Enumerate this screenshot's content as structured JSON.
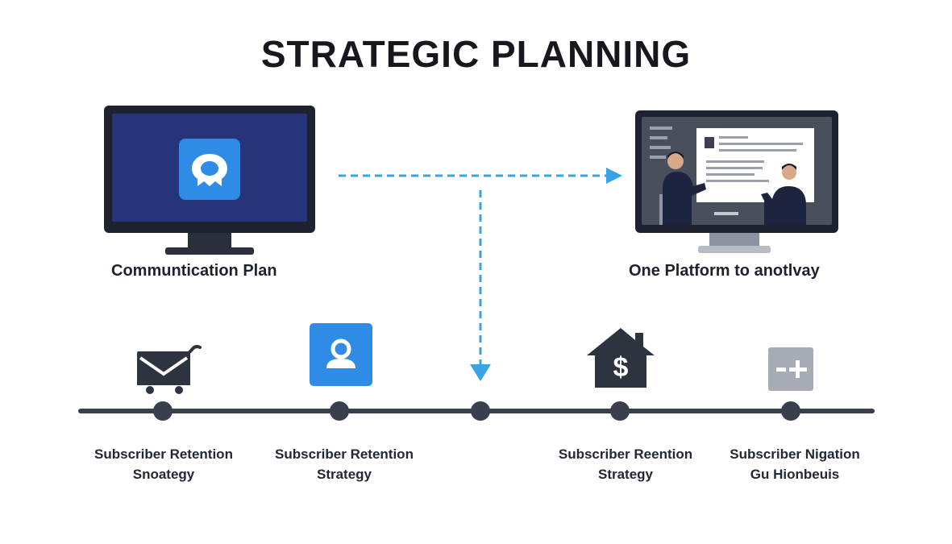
{
  "title": "STRATEGIC PLANNING",
  "left_monitor": {
    "caption": "Communtication Plan",
    "screen_icon": "chat-bubble-icon"
  },
  "right_monitor": {
    "caption": "One Platform to anotlvay",
    "screen_icon": "presentation-meeting-illustration"
  },
  "connectors": {
    "horizontal": "dashed-arrow-right",
    "vertical": "dashed-arrow-down"
  },
  "timeline": {
    "steps": [
      {
        "icon": "mail-cart-icon",
        "line1": "Subscriber Retention",
        "line2": "Snoategy"
      },
      {
        "icon": "user-badge-icon",
        "line1": "Subscriber Retention",
        "line2": "Strategy"
      },
      {
        "icon": "",
        "line1": "",
        "line2": ""
      },
      {
        "icon": "house-dollar-icon",
        "line1": "Subscriber Reention",
        "line2": "Strategy"
      },
      {
        "icon": "plus-minus-icon",
        "line1": "Subscriber Nigation",
        "line2": "Gu Hionbeuis"
      }
    ]
  },
  "colors": {
    "accent_blue": "#2f8be6",
    "dashed_arrow": "#3aa3e6",
    "navy_screen": "#26357a",
    "dark": "#2e3340",
    "timeline": "#3a3f4d"
  }
}
